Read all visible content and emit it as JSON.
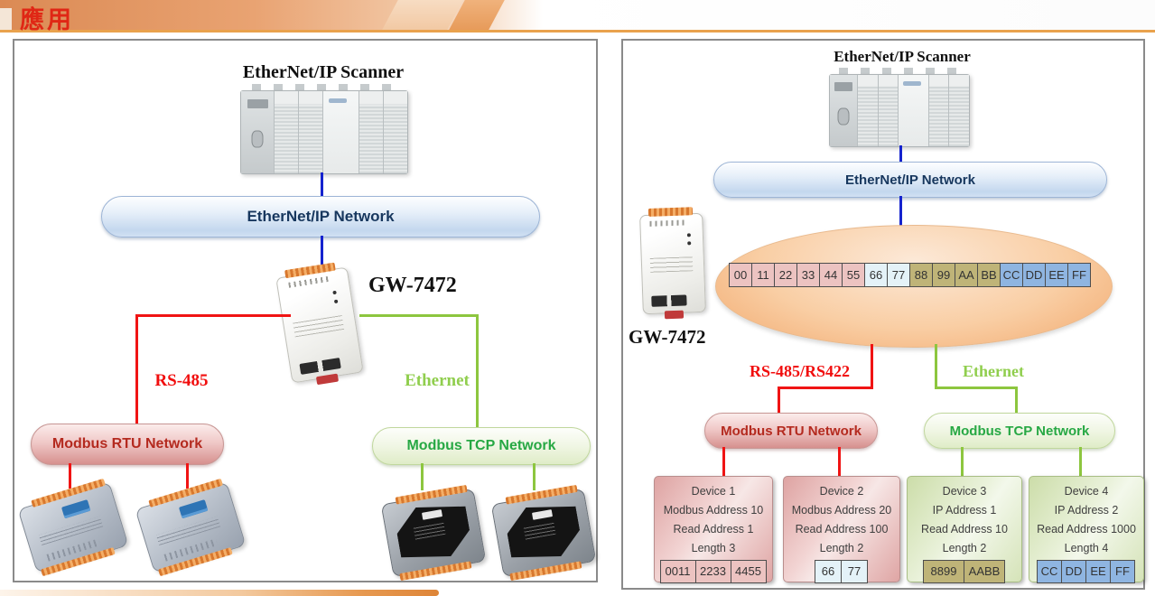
{
  "header": {
    "title": "應用"
  },
  "left_panel": {
    "scanner_label": "EtherNet/IP Scanner",
    "network_label": "EtherNet/IP Network",
    "gateway_label": "GW-7472",
    "serial_label": "RS-485",
    "ethernet_label": "Ethernet",
    "rtu_label": "Modbus RTU Network",
    "tcp_label": "Modbus TCP Network"
  },
  "right_panel": {
    "scanner_label": "EtherNet/IP Scanner",
    "network_label": "EtherNet/IP Network",
    "gateway_label": "GW-7472",
    "serial_label": "RS-485/RS422",
    "ethernet_label": "Ethernet",
    "rtu_label": "Modbus RTU Network",
    "tcp_label": "Modbus TCP Network",
    "byte_buffer": [
      "00",
      "11",
      "22",
      "33",
      "44",
      "55",
      "66",
      "77",
      "88",
      "99",
      "AA",
      "BB",
      "CC",
      "DD",
      "EE",
      "FF"
    ],
    "devices": [
      {
        "name": "Device 1",
        "address": "Modbus Address 10",
        "read": "Read Address 1",
        "length": "Length 3",
        "cells": [
          "0011",
          "2233",
          "4455"
        ]
      },
      {
        "name": "Device 2",
        "address": "Modbus Address 20",
        "read": "Read Address 100",
        "length": "Length 2",
        "cells": [
          "66",
          "77"
        ]
      },
      {
        "name": "Device 3",
        "address": "IP Address 1",
        "read": "Read Address 10",
        "length": "Length 2",
        "cells": [
          "8899",
          "AABB"
        ]
      },
      {
        "name": "Device 4",
        "address": "IP Address 2",
        "read": "Read Address 1000",
        "length": "Length 4",
        "cells": [
          "CC",
          "DD",
          "EE",
          "FF"
        ]
      }
    ]
  },
  "colors": {
    "line_blue": "#1523CE",
    "line_red": "#F01414",
    "line_green": "#8DC63F",
    "byte_pink": "#ECC3C1",
    "byte_pale_blue": "#E4F2F8",
    "byte_khaki": "#BFB478",
    "byte_blue": "#8FB5E1",
    "title_red": "#E02715"
  }
}
